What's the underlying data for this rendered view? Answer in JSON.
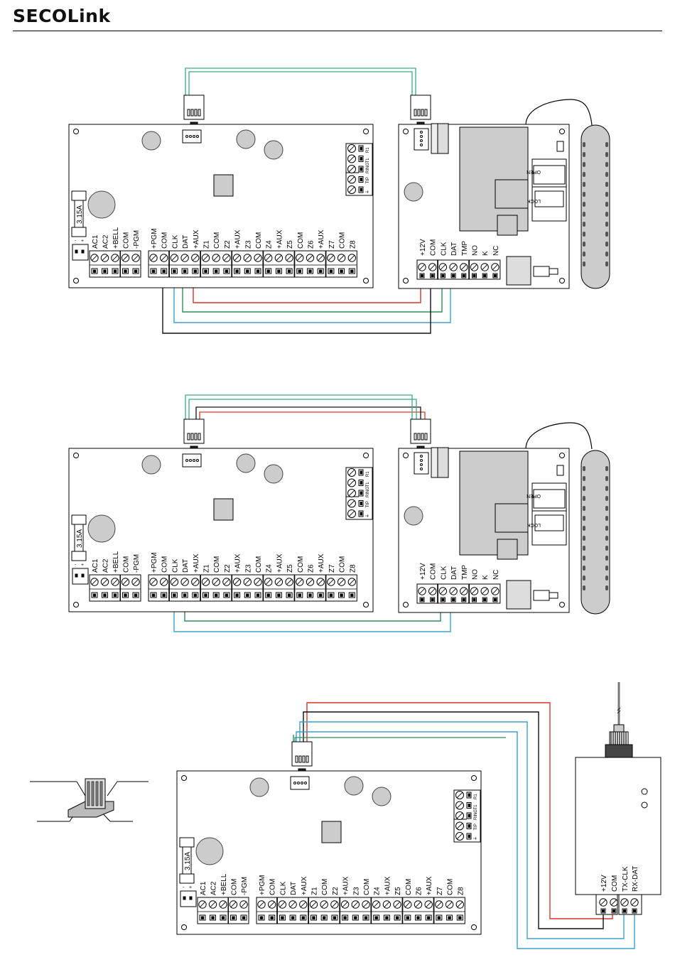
{
  "brand": {
    "logo": "SECOLink"
  },
  "fuse_label": "3.15A",
  "power_terminals": [
    "-",
    "+"
  ],
  "panel_terminals": [
    "AC1",
    "AC2",
    "+BELL",
    "COM",
    "-PGM",
    "+PGM",
    "COM",
    "CLK",
    "DAT",
    "+AUX",
    "Z1",
    "COM",
    "Z2",
    "+AUX",
    "Z3",
    "COM",
    "Z4",
    "+AUX",
    "Z5",
    "COM",
    "Z6",
    "+AUX",
    "Z7",
    "COM",
    "Z8"
  ],
  "phone_terminals": [
    "R1",
    "T1",
    "RING",
    "TIP",
    "⏚"
  ],
  "module_terminals": [
    "+12V",
    "COM",
    "CLK",
    "DAT",
    "TMP",
    "NO",
    "K",
    "NC"
  ],
  "sim_labels": {
    "open": "OPEN",
    "lock": "LOCK"
  },
  "radio_terminals": [
    "+12V",
    "COM",
    "TX-CLK",
    "RX-DAT"
  ],
  "wire_colors": {
    "red": "#d9362a",
    "black": "#111111",
    "blue": "#3aa0d0",
    "green": "#2f8f55",
    "cable": "#3aa890"
  }
}
